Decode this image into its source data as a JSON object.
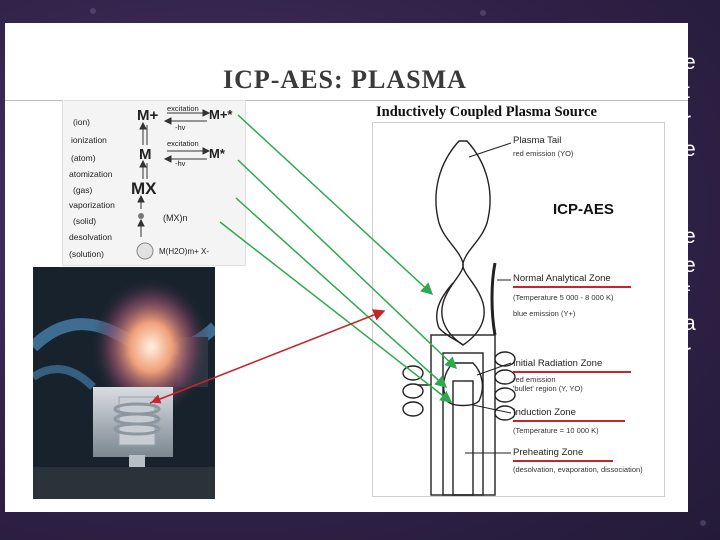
{
  "slide": {
    "title": "ICP-AES: PLASMA",
    "subtitle": "Inductively Coupled Plasma Source",
    "right_edge_letters": [
      "e",
      "t",
      "r",
      "e",
      "",
      "",
      "e",
      "e",
      "f",
      "a",
      "r"
    ]
  },
  "states_panel": {
    "states": [
      "(ion)",
      "ionization",
      "(atom)",
      "atomization",
      "(gas)",
      "vaporization",
      "(solid)",
      "desolvation",
      "(solution)"
    ],
    "species": [
      "M+",
      "M+*",
      "M",
      "M*",
      "MX",
      "(MX)n",
      "M(H2O)m+  X-"
    ],
    "excitation_label": "excitation",
    "emission_label": "-hv"
  },
  "diagram": {
    "heading": "ICP-AES",
    "zones": [
      {
        "name": "Plasma Tail",
        "detail": "red emission (YO)"
      },
      {
        "name": "Normal Analytical Zone",
        "detail": "(Temperature 5 000 - 8 000 K)",
        "detail2": "blue emission (Y+)"
      },
      {
        "name": "Initial Radiation Zone",
        "detail": "red emission",
        "detail2": "'bullet' region (Y, YO)"
      },
      {
        "name": "Induction Zone",
        "detail": "(Temperature = 10 000 K)"
      },
      {
        "name": "Preheating Zone",
        "detail": "(desolvation, evaporation, dissociation)"
      }
    ]
  },
  "colors": {
    "green_arrow": "#2fa84f",
    "red_arrow": "#c8242c",
    "background": "#3b2a56"
  }
}
